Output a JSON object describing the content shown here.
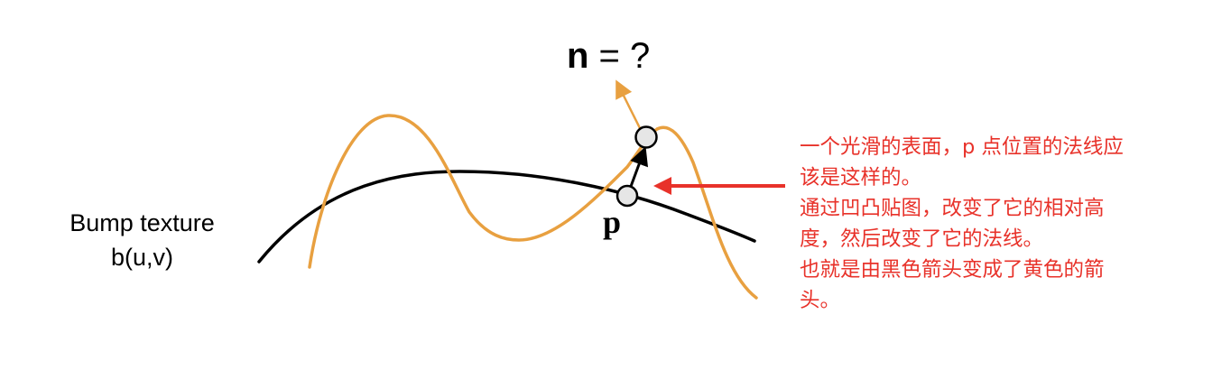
{
  "title": {
    "symbol": "n",
    "rest": " = ?"
  },
  "bump_label": {
    "line1": "Bump texture",
    "line2": "b(u,v)"
  },
  "point_label": "p",
  "annotation": {
    "lines": [
      "一个光滑的表面，p 点位置的法线应",
      "该是这样的。",
      "通过凹凸贴图，改变了它的相对高",
      "度，然后改变了它的法线。",
      "也就是由黑色箭头变成了黄色的箭",
      "头。"
    ]
  },
  "colors": {
    "base_curve": "#000000",
    "bumped_curve": "#e8a040",
    "annotation_text": "#e8322a",
    "annotation_arrow": "#e8322a",
    "point_fill": "#e6e6e6"
  }
}
